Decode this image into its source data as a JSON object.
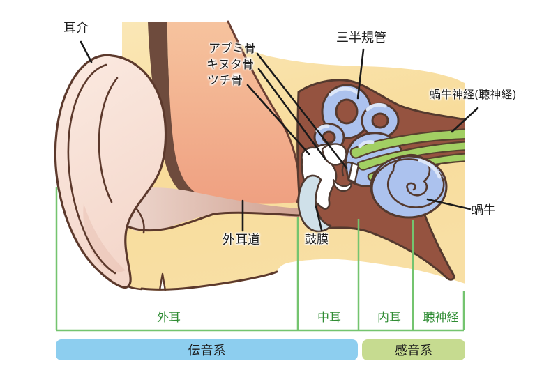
{
  "part_labels": {
    "pinna": "耳介",
    "stapes": "アブミ骨",
    "incus": "キヌタ骨",
    "malleus": "ツチ骨",
    "semicircular_canals": "三半規管",
    "cochlear_nerve": "蝸牛神経(聴神経)",
    "cochlea": "蝸牛",
    "ear_canal": "外耳道",
    "eardrum": "鼓膜"
  },
  "region_labels": {
    "outer_ear": "外耳",
    "middle_ear": "中耳",
    "inner_ear": "内耳",
    "auditory_nerve": "聴神経"
  },
  "system_bars": {
    "conduction": {
      "label": "伝音系",
      "color": "#8DCEEF"
    },
    "sensorineural": {
      "label": "感音系",
      "color": "#C6DB90"
    }
  },
  "colors": {
    "bracket_green": "#74C46F",
    "region_text_green": "#2F8C33",
    "skin_yellow": "#F8DC9B",
    "flesh_salmon": "#F0A384",
    "canal_wall_brown": "#6E4B3D",
    "canal_floor_mauve": "#CFA191",
    "cavity_maroon": "#955340",
    "labyrinth_blue": "#ACC2EE",
    "nerve_green": "#A2CF63",
    "eardrum_bluegrey": "#CFE0E9",
    "pinna_pink": "#FAE5DC",
    "outline_brown": "#54392E",
    "leader_line_black": "#1a1a1a"
  }
}
